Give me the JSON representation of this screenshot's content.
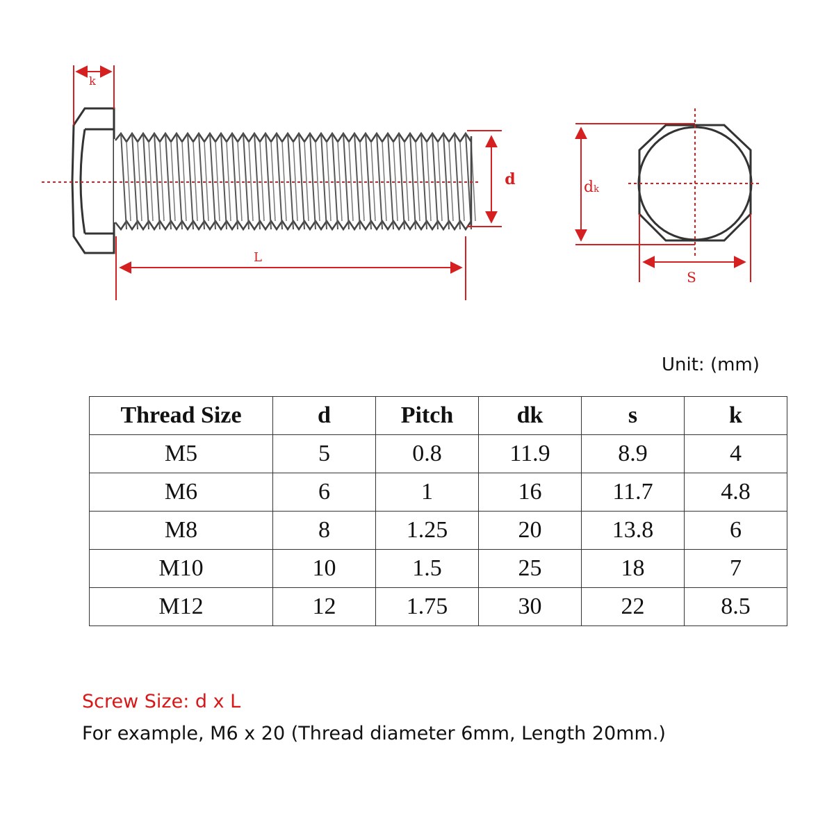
{
  "diagram": {
    "labels": {
      "k": "k",
      "d": "d",
      "L": "L",
      "dk_main": "d",
      "dk_sub": "k",
      "S": "S"
    },
    "colors": {
      "dimension": "#d42020",
      "outline": "#333333",
      "thread": "#444444"
    },
    "icons": [
      "hex-bolt-side-view",
      "hex-head-top-view"
    ]
  },
  "unit": "Unit: (mm)",
  "table": {
    "headers": [
      "Thread Size",
      "d",
      "Pitch",
      "dk",
      "s",
      "k"
    ],
    "rows": [
      [
        "M5",
        "5",
        "0.8",
        "11.9",
        "8.9",
        "4"
      ],
      [
        "M6",
        "6",
        "1",
        "16",
        "11.7",
        "4.8"
      ],
      [
        "M8",
        "8",
        "1.25",
        "20",
        "13.8",
        "6"
      ],
      [
        "M10",
        "10",
        "1.5",
        "25",
        "18",
        "7"
      ],
      [
        "M12",
        "12",
        "1.75",
        "30",
        "22",
        "8.5"
      ]
    ]
  },
  "notes": {
    "size_format": "Screw Size: d x L",
    "example": "For example, M6 x 20 (Thread diameter 6mm, Length 20mm.)"
  }
}
